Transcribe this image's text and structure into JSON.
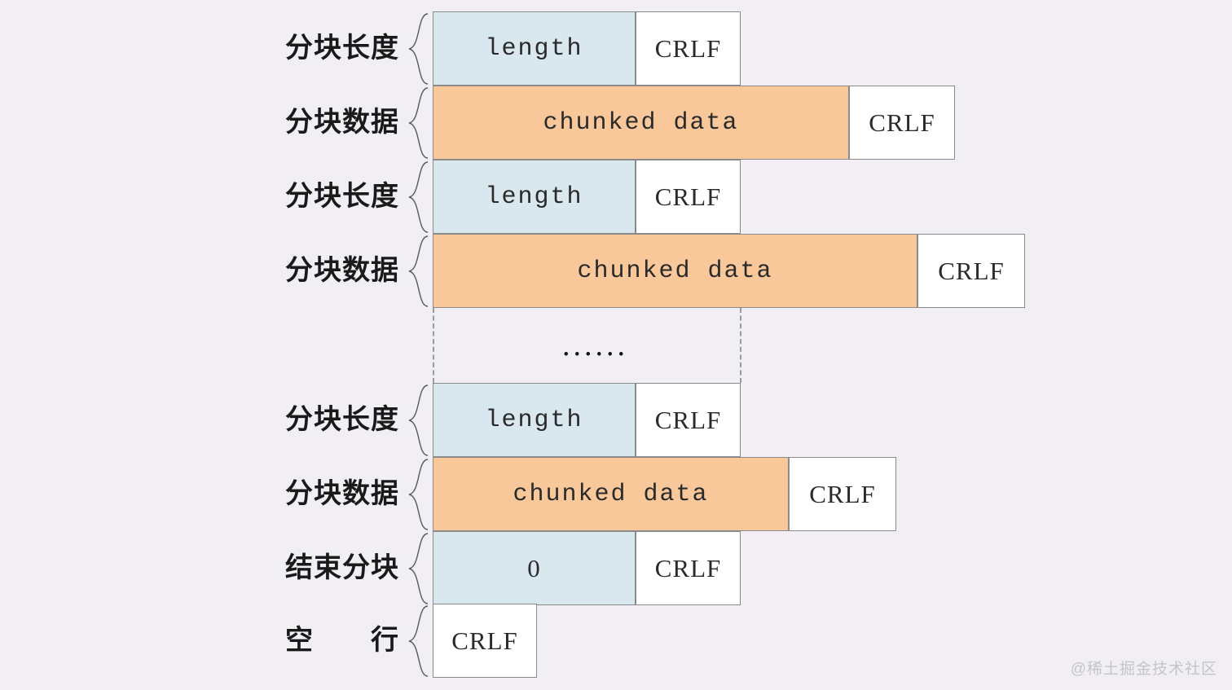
{
  "background_color": "#f1eff4",
  "palette": {
    "length_fill": "#d9e8ef",
    "data_fill": "#f8c79a",
    "crlf_fill": "#ffffff",
    "border": "#8a8a8a",
    "dash_line": "#9b9aa0",
    "label_text": "#1a1a1a",
    "watermark_text": "#c6c4cb"
  },
  "diagram": {
    "title_hidden": "",
    "ellipsis": "......",
    "rows": [
      {
        "label": "分块长度",
        "field_label": "length",
        "terminator_label": "CRLF",
        "field_kind": "length"
      },
      {
        "label": "分块数据",
        "field_label": "chunked data",
        "terminator_label": "CRLF",
        "field_kind": "data"
      },
      {
        "label": "分块长度",
        "field_label": "length",
        "terminator_label": "CRLF",
        "field_kind": "length"
      },
      {
        "label": "分块数据",
        "field_label": "chunked data",
        "terminator_label": "CRLF",
        "field_kind": "data"
      },
      {
        "label": "分块长度",
        "field_label": "length",
        "terminator_label": "CRLF",
        "field_kind": "length"
      },
      {
        "label": "分块数据",
        "field_label": "chunked data",
        "terminator_label": "CRLF",
        "field_kind": "data"
      },
      {
        "label": "结束分块",
        "field_label": "0",
        "terminator_label": "CRLF",
        "field_kind": "length"
      },
      {
        "label": "空　　行",
        "field_label": "",
        "terminator_label": "CRLF",
        "field_kind": "empty"
      }
    ]
  },
  "watermark": {
    "text": "@稀土掘金技术社区"
  }
}
